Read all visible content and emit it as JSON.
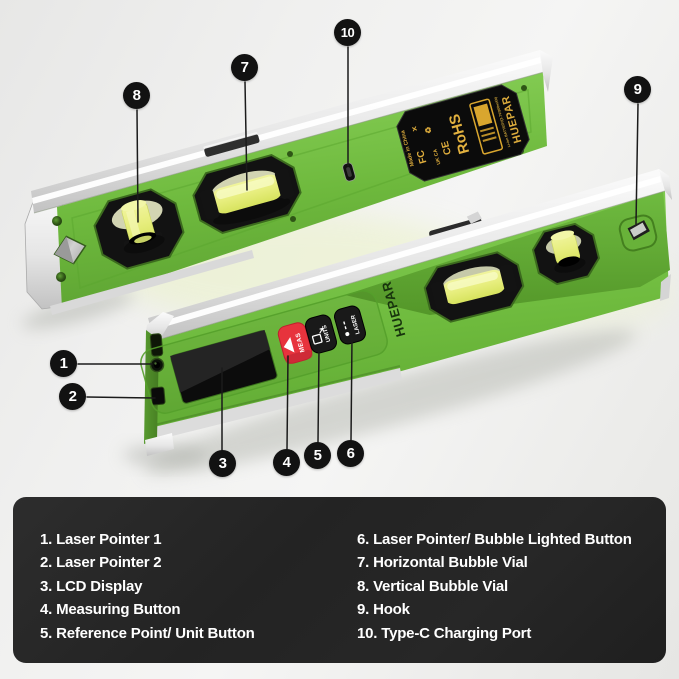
{
  "device": {
    "brand": "HUEPAR",
    "buttons": {
      "meas": "MEAS",
      "units": "UNITS",
      "laser": "LASER"
    }
  },
  "sticker": {
    "brand": "HUEPAR",
    "rohs": "RoHS",
    "ce": "CE",
    "ukca": "UK CA",
    "fcc": "FC",
    "made_in": "Made in China",
    "battery": "Li-ion BATTERY(3.7V/900mAh)",
    "icons": {
      "recycle": "♻",
      "cross": "✕"
    }
  },
  "callouts": [
    "1",
    "2",
    "3",
    "4",
    "5",
    "6",
    "7",
    "8",
    "9",
    "10"
  ],
  "legend": {
    "items": [
      {
        "text": "1. Laser Pointer 1"
      },
      {
        "text": "2. Laser Pointer 2"
      },
      {
        "text": "3. LCD Display"
      },
      {
        "text": "4. Measuring Button"
      },
      {
        "text": "5. Reference Point/ Unit Button"
      },
      {
        "text": "6. Laser Pointer/ Bubble Lighted Button"
      },
      {
        "text": "7. Horizontal Bubble Vial"
      },
      {
        "text": "8. Vertical Bubble Vial"
      },
      {
        "text": "9. Hook"
      },
      {
        "text": "10. Type-C Charging Port"
      }
    ]
  },
  "colors": {
    "green": "#76c043",
    "red": "#e7333d",
    "vial_yellow": "#e9f086",
    "panel_dark": "#262626",
    "silver": "#d9d9d9"
  }
}
